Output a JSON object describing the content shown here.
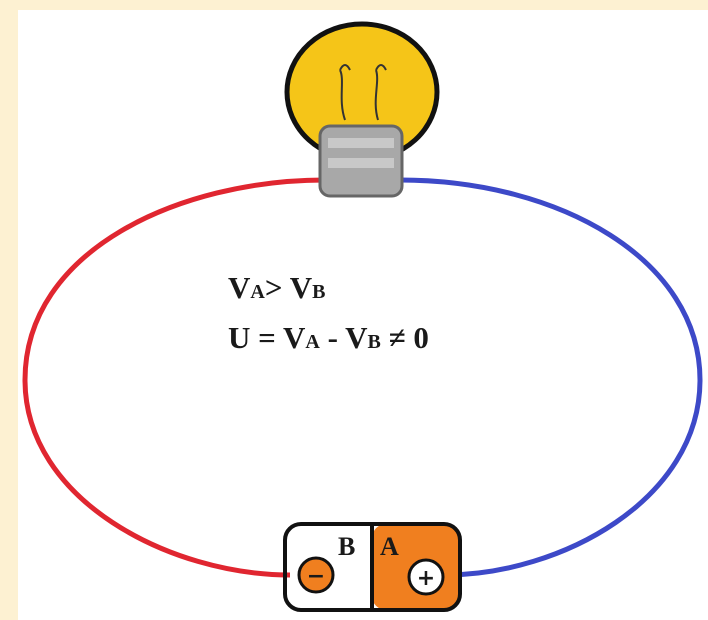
{
  "equations": {
    "line1": {
      "va_main": "V",
      "va_sub": "A",
      "op": "> ",
      "vb_main": "V",
      "vb_sub": "B"
    },
    "line2": {
      "u": "U = ",
      "va_main": "V",
      "va_sub": "A",
      "minus": " - ",
      "vb_main": "V",
      "vb_sub": "B",
      "tail": " ≠ 0"
    }
  },
  "battery": {
    "label_b": "B",
    "label_a": "A",
    "negative_sign": "−",
    "positive_sign": "+"
  },
  "colors": {
    "background": "#fdf1d2",
    "panel": "#ffffff",
    "wire_negative": "#e02630",
    "wire_positive": "#3d49c8",
    "bulb_glass": "#f5c518",
    "bulb_base": "#a8a8a8",
    "battery_positive": "#f07f1f"
  }
}
